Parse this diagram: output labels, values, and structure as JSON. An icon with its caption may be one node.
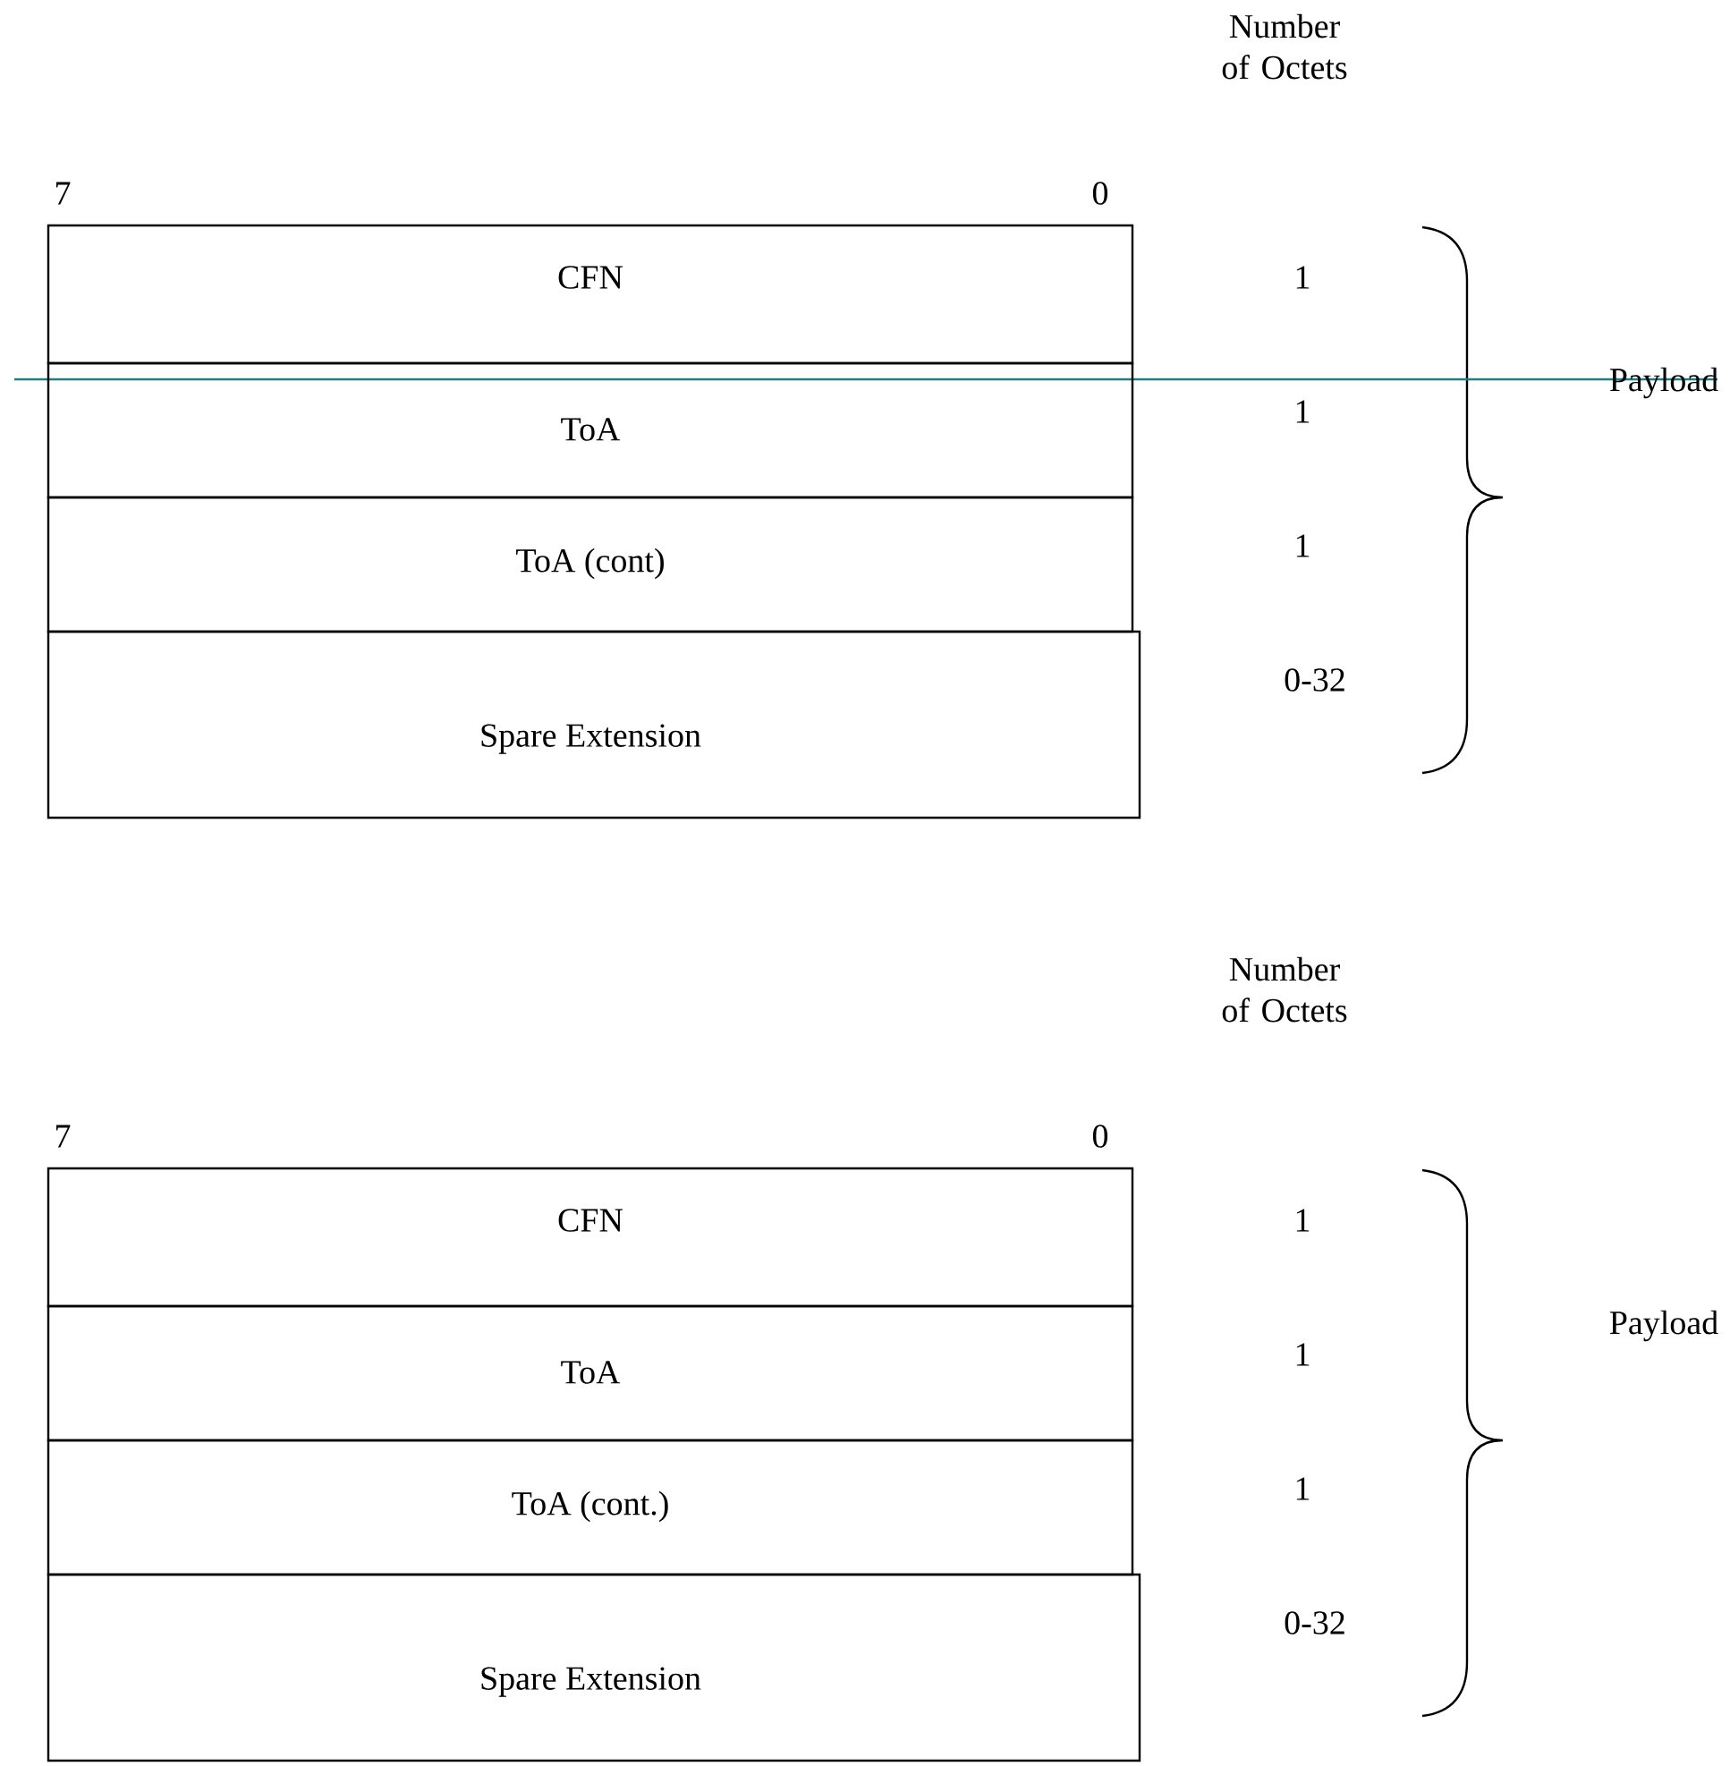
{
  "diagram": {
    "nodes": [
      {
        "text": [
          "CFN"
        ]
      },
      {
        "text": [
          "ToA"
        ]
      },
      {
        "text": [
          "ToA (cont)"
        ]
      },
      {
        "text": [
          "Spare Extension"
        ]
      },
      {
        "text": [
          "CFN"
        ]
      },
      {
        "text": [
          "ToA"
        ]
      },
      {
        "text": [
          "ToA (cont.)"
        ]
      },
      {
        "text": [
          "Spare Extension"
        ]
      }
    ],
    "labels": [
      "Number of Octets",
      "7",
      "0",
      "1",
      "1",
      "1",
      "0-32",
      "Payload",
      "Number of Octets",
      "7",
      "0",
      "1",
      "1",
      "1",
      "0-32",
      "Payload"
    ]
  }
}
